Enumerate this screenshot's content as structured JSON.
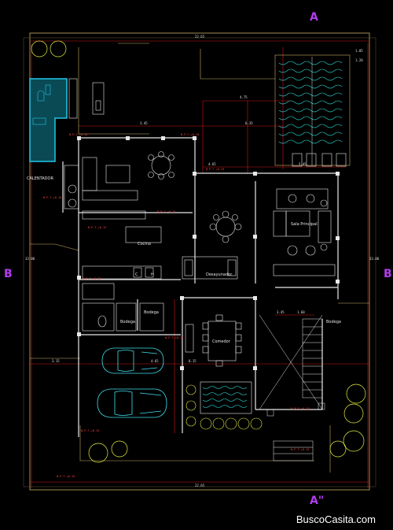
{
  "axis_labels": {
    "top": "A",
    "bottom": "A\"",
    "left": "B",
    "right": "B"
  },
  "rooms": {
    "sala": "Sala Principal",
    "cocina": "Cocina",
    "desayunador": "Desayunador",
    "comedor": "Comedor",
    "bodega_1": "Bodega",
    "bodega_2": "Bodega",
    "bodega_3": "Bodega",
    "calentador": "CALENTADOR",
    "ch_label": "C",
    "ch_label2": "H"
  },
  "dimensions": {
    "top_overall": "22.65",
    "bottom_overall": "22.65",
    "left_overall": "33.00",
    "right_overall": "33.00",
    "d1": "4.75",
    "d2": "6.35",
    "d3": "3.45",
    "d4": "4.65",
    "d5": "5.45",
    "d6": "4.65",
    "d7": "3.15",
    "d8": "3.45",
    "d9": "8.15",
    "d10": "1.60",
    "d11": "1.05",
    "d12": "1.20"
  },
  "levels": {
    "l1": "N.P.T.+0.15",
    "l2": "N.P.T.+0.15",
    "l3": "N.P.T.+0.15",
    "l4": "N.P.T.+0.15",
    "l5": "N.P.T.+0.15",
    "l6": "N.P.T.+0.15",
    "l7": "N.P.T.+0.15",
    "l8": "N.P.T.+0.15",
    "l9": "N.P.T.+0.15",
    "l10": "N.P.T.+0.15",
    "l11": "N.P.T.+0.15",
    "l12": "N.P.T.+0.15"
  },
  "watermark": "BuscoCasita.com",
  "colors": {
    "background": "#000000",
    "walls": "#e8e8e8",
    "outline": "#d4b86a",
    "dimension_lines": "#e02020",
    "pool": "#20c8e8",
    "cars": "#40e0f0",
    "trees": "#e8f040",
    "garden": "#30e8e8",
    "axis": "#b43cf0"
  }
}
